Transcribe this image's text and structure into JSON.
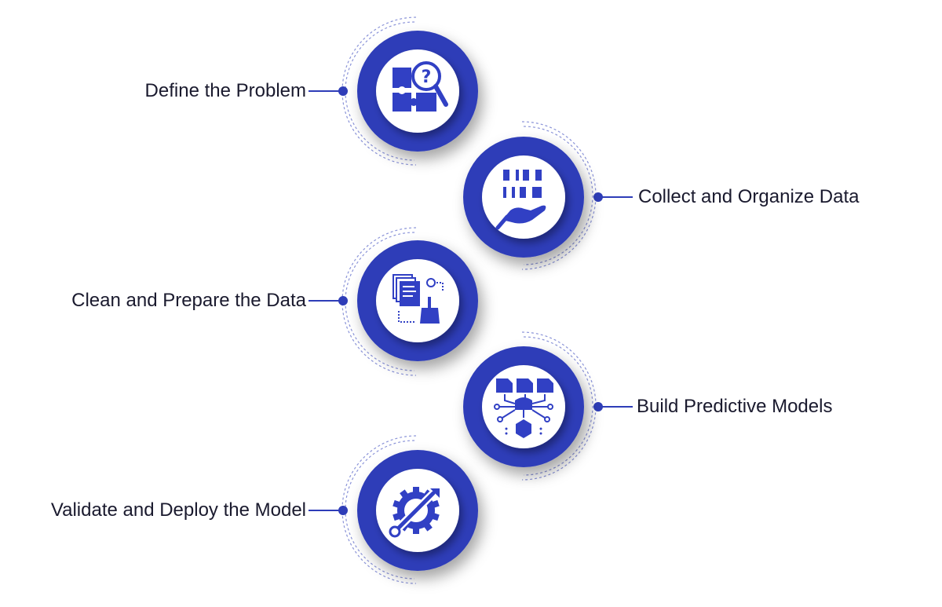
{
  "steps": [
    {
      "label": "Define the Problem",
      "icon": "puzzle-question-icon",
      "side": "left"
    },
    {
      "label": "Collect and Organize Data",
      "icon": "data-hand-icon",
      "side": "right"
    },
    {
      "label": "Clean and Prepare the Data",
      "icon": "documents-broom-icon",
      "side": "left"
    },
    {
      "label": "Build Predictive Models",
      "icon": "model-network-icon",
      "side": "right"
    },
    {
      "label": "Validate and Deploy the Model",
      "icon": "gear-wrench-icon",
      "side": "left"
    }
  ],
  "colors": {
    "primary": "#2e3db8",
    "primary_dark": "#1f2a8f",
    "icon_fill": "#3140c4",
    "text": "#1a1a2e",
    "dash": "#8a93d8"
  }
}
